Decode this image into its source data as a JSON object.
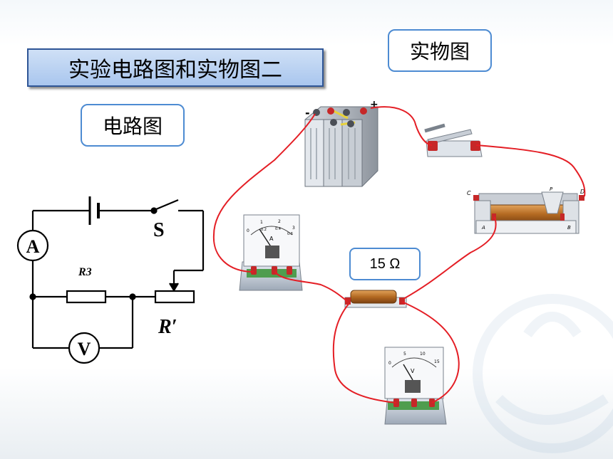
{
  "title": "实验电路图和实物图二",
  "labels": {
    "real_diagram": "实物图",
    "circuit_diagram": "电路图",
    "resistance": "15 Ω"
  },
  "schematic": {
    "ammeter": "A",
    "voltmeter": "V",
    "switch": "S",
    "fixed_resistor": "R3",
    "rheostat": "R′"
  },
  "battery": {
    "negative": "-",
    "positive": "+"
  },
  "meters": {
    "ammeter_letter": "A",
    "ammeter_ticks": [
      "0",
      "1",
      "2",
      "3",
      "0.2",
      "0.4",
      "0.6"
    ],
    "voltmeter_letter": "V",
    "voltmeter_ticks": [
      "0",
      "5",
      "10",
      "15"
    ]
  },
  "rheostat_terminals": {
    "c": "C",
    "d": "D",
    "a": "A",
    "b": "B",
    "p": "P"
  },
  "colors": {
    "wire": "#e41e25",
    "label_border": "#4d8bd2",
    "banner_border": "#2e5596"
  }
}
